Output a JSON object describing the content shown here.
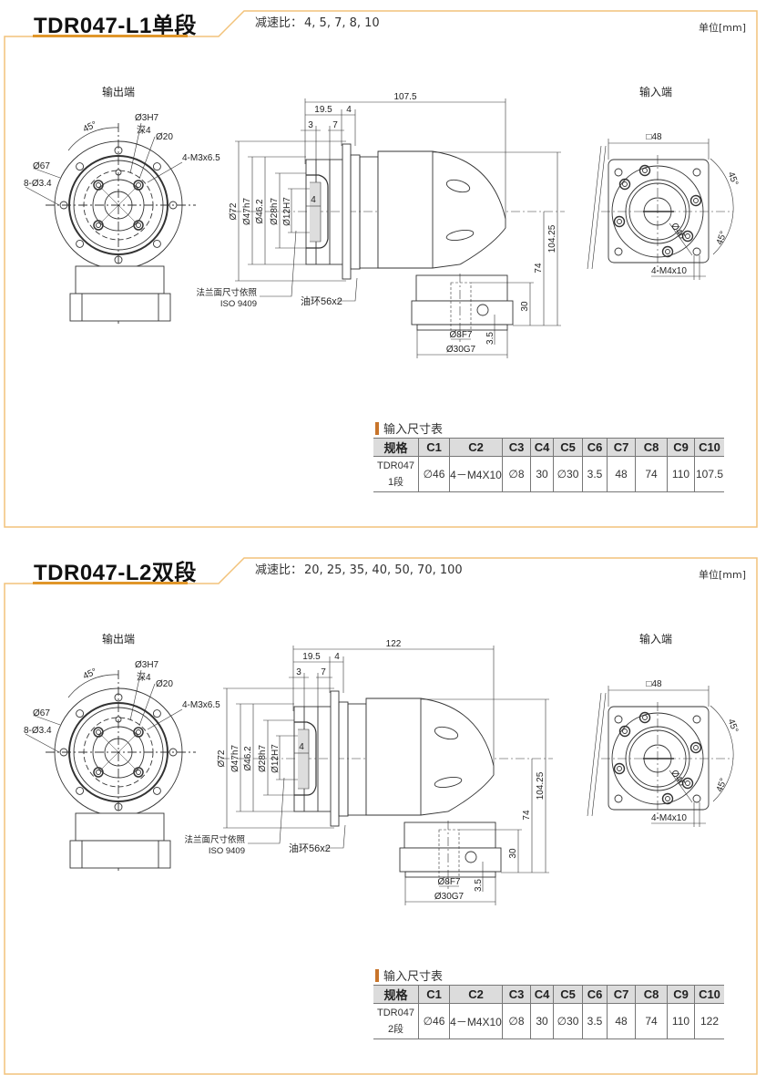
{
  "colors": {
    "frame": "#f2c27a",
    "accent": "#e0962a",
    "table_header_bg": "#dcdcdc"
  },
  "sections": [
    {
      "title": "TDR047-L1单段",
      "ratio_label": "减速比：",
      "ratio_values": "4, 5, 7, 8, 10",
      "unit": "单位[mm]",
      "output_view": {
        "label": "输出端",
        "angle": "45°",
        "pin_hole": "Ø3H7",
        "depth": "深4",
        "pcd": "Ø20",
        "threads": "4-M3x6.5",
        "outer_dia": "Ø67",
        "bolt_holes": "8-Ø3.4"
      },
      "side_view": {
        "total_length": "107.5",
        "d1": "19.5",
        "d2": "4",
        "d3": "3",
        "d4": "7",
        "dia72": "Ø72",
        "dia47": "Ø47h7",
        "dia46": "Ø46.2",
        "dia28": "Ø28h7",
        "dia12": "Ø12H7",
        "depth4": "4",
        "note1": "法兰面尺寸依照",
        "note2": "ISO 9409",
        "oil_ring": "油环56x2",
        "h1": "104.25",
        "h2": "74",
        "h3": "30",
        "shaft": "Ø8F7",
        "step": "3.5",
        "spigot": "Ø30G7"
      },
      "input_view": {
        "label": "输入端",
        "square": "□48",
        "angle1": "45°",
        "angle2": "45°",
        "pcd": "Ø46",
        "threads": "4-M4x10"
      },
      "table": {
        "title": "输入尺寸表",
        "headers": [
          "规格",
          "C1",
          "C2",
          "C3",
          "C4",
          "C5",
          "C6",
          "C7",
          "C8",
          "C9",
          "C10"
        ],
        "model": "TDR047",
        "stage": "1段",
        "values": [
          "∅46",
          "4－M4X10",
          "∅8",
          "30",
          "∅30",
          "3.5",
          "48",
          "74",
          "110",
          "107.5"
        ]
      }
    },
    {
      "title": "TDR047-L2双段",
      "ratio_label": "减速比：",
      "ratio_values": "20, 25, 35, 40, 50, 70, 100",
      "unit": "单位[mm]",
      "output_view": {
        "label": "输出端",
        "angle": "45°",
        "pin_hole": "Ø3H7",
        "depth": "深4",
        "pcd": "Ø20",
        "threads": "4-M3x6.5",
        "outer_dia": "Ø67",
        "bolt_holes": "8-Ø3.4"
      },
      "side_view": {
        "total_length": "122",
        "d1": "19.5",
        "d2": "4",
        "d3": "3",
        "d4": "7",
        "dia72": "Ø72",
        "dia47": "Ø47h7",
        "dia46": "Ø46.2",
        "dia28": "Ø28h7",
        "dia12": "Ø12H7",
        "depth4": "4",
        "note1": "法兰面尺寸依照",
        "note2": "ISO 9409",
        "oil_ring": "油环56x2",
        "h1": "104.25",
        "h2": "74",
        "h3": "30",
        "shaft": "Ø8F7",
        "step": "3.5",
        "spigot": "Ø30G7"
      },
      "input_view": {
        "label": "输入端",
        "square": "□48",
        "angle1": "45°",
        "angle2": "45°",
        "pcd": "Ø46",
        "threads": "4-M4x10"
      },
      "table": {
        "title": "输入尺寸表",
        "headers": [
          "规格",
          "C1",
          "C2",
          "C3",
          "C4",
          "C5",
          "C6",
          "C7",
          "C8",
          "C9",
          "C10"
        ],
        "model": "TDR047",
        "stage": "2段",
        "values": [
          "∅46",
          "4－M4X10",
          "∅8",
          "30",
          "∅30",
          "3.5",
          "48",
          "74",
          "110",
          "122"
        ]
      }
    }
  ]
}
